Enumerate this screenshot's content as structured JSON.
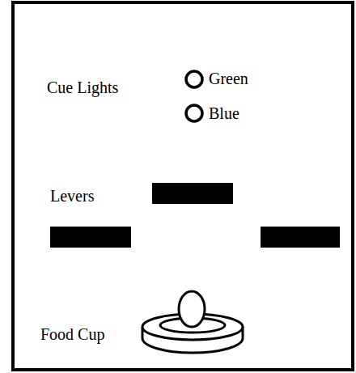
{
  "diagram": {
    "labels": [
      "Cue Lights",
      "Green",
      "Blue",
      "Levers",
      "Food Cup"
    ]
  }
}
